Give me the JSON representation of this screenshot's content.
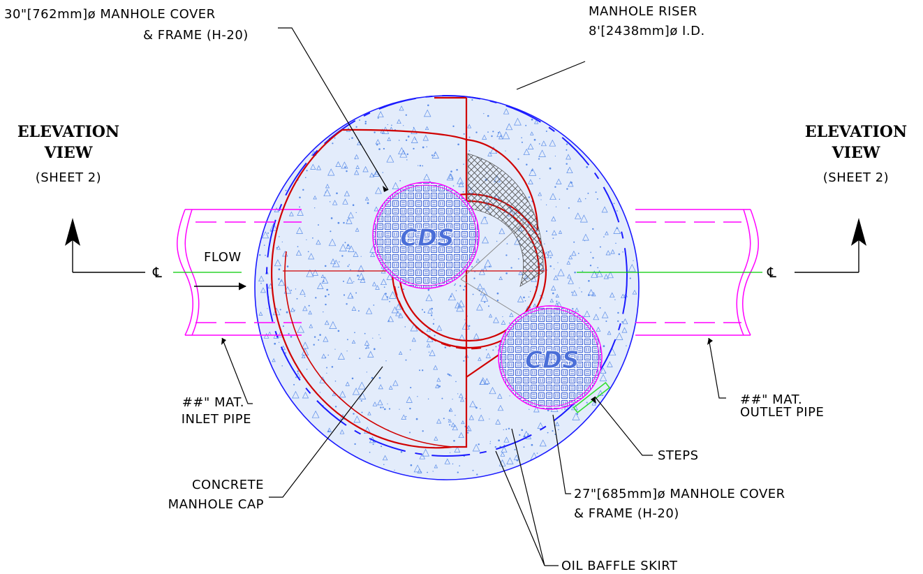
{
  "labels": {
    "cover_30": {
      "line1": "30\"[762mm]ø MANHOLE COVER",
      "line2": "& FRAME (H-20)"
    },
    "riser": {
      "line1": "MANHOLE RISER",
      "line2": "8'[2438mm]ø I.D."
    },
    "elev_left": {
      "line1": "ELEVATION",
      "line2": "VIEW",
      "line3": "(SHEET 2)"
    },
    "elev_right": {
      "line1": "ELEVATION",
      "line2": "VIEW",
      "line3": "(SHEET 2)"
    },
    "flow": "FLOW",
    "centerline": "℄",
    "inlet": {
      "line1": "##\" MAT.",
      "line2": "INLET PIPE"
    },
    "outlet": {
      "line1": "##\" MAT.",
      "line2": "OUTLET PIPE"
    },
    "steps": "STEPS",
    "cap": {
      "line1": "CONCRETE",
      "line2": "MANHOLE CAP"
    },
    "cover_27": {
      "line1": "27\"[685mm]ø MANHOLE COVER",
      "line2": "& FRAME (H-20)"
    },
    "baffle": "OIL BAFFLE SKIRT",
    "logo": "CDS"
  },
  "colors": {
    "riser": "#1a1aff",
    "concrete_fill": "#e3ecfb",
    "speckle": "#5b8de8",
    "pipe": "#ff00ff",
    "separator": "#d00000",
    "centerline": "#00cc00",
    "steps": "#33dd33",
    "grate": "#4a6ed8",
    "hatch": "#555555"
  }
}
